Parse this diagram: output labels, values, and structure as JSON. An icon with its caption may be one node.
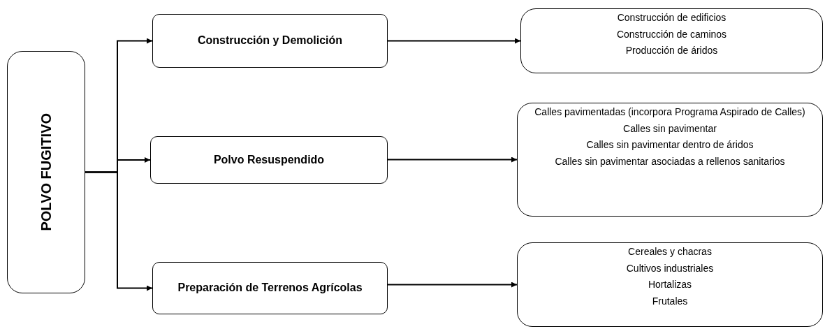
{
  "diagram": {
    "nodes": [
      {
        "text": [
          "POLVO FUGITIVO"
        ]
      },
      {
        "text": [
          "Construcción y Demolición"
        ]
      },
      {
        "text": [
          "Polvo Resuspendido"
        ]
      },
      {
        "text": [
          "Preparación de Terrenos Agrícolas"
        ]
      },
      {
        "text": [
          "Construcción de edificios",
          "Construcción de caminos",
          "Producción de áridos"
        ]
      },
      {
        "text": [
          "Calles pavimentadas (incorpora Programa Aspirado de Calles)",
          "Calles sin pavimentar",
          "Calles sin pavimentar dentro de áridos",
          "Calles sin pavimentar asociadas a  rellenos sanitarios"
        ]
      },
      {
        "text": [
          "Cereales y chacras",
          "Cultivos industriales",
          "Hortalizas",
          "Frutales"
        ]
      }
    ],
    "edges": [
      {
        "from": 0,
        "to": 1,
        "arrow": "to"
      },
      {
        "from": 0,
        "to": 2,
        "arrow": "to"
      },
      {
        "from": 0,
        "to": 3,
        "arrow": "to"
      },
      {
        "from": 1,
        "to": 4,
        "arrow": "to"
      },
      {
        "from": 2,
        "to": 5,
        "arrow": "to"
      },
      {
        "from": 3,
        "to": 6,
        "arrow": "to"
      }
    ]
  }
}
